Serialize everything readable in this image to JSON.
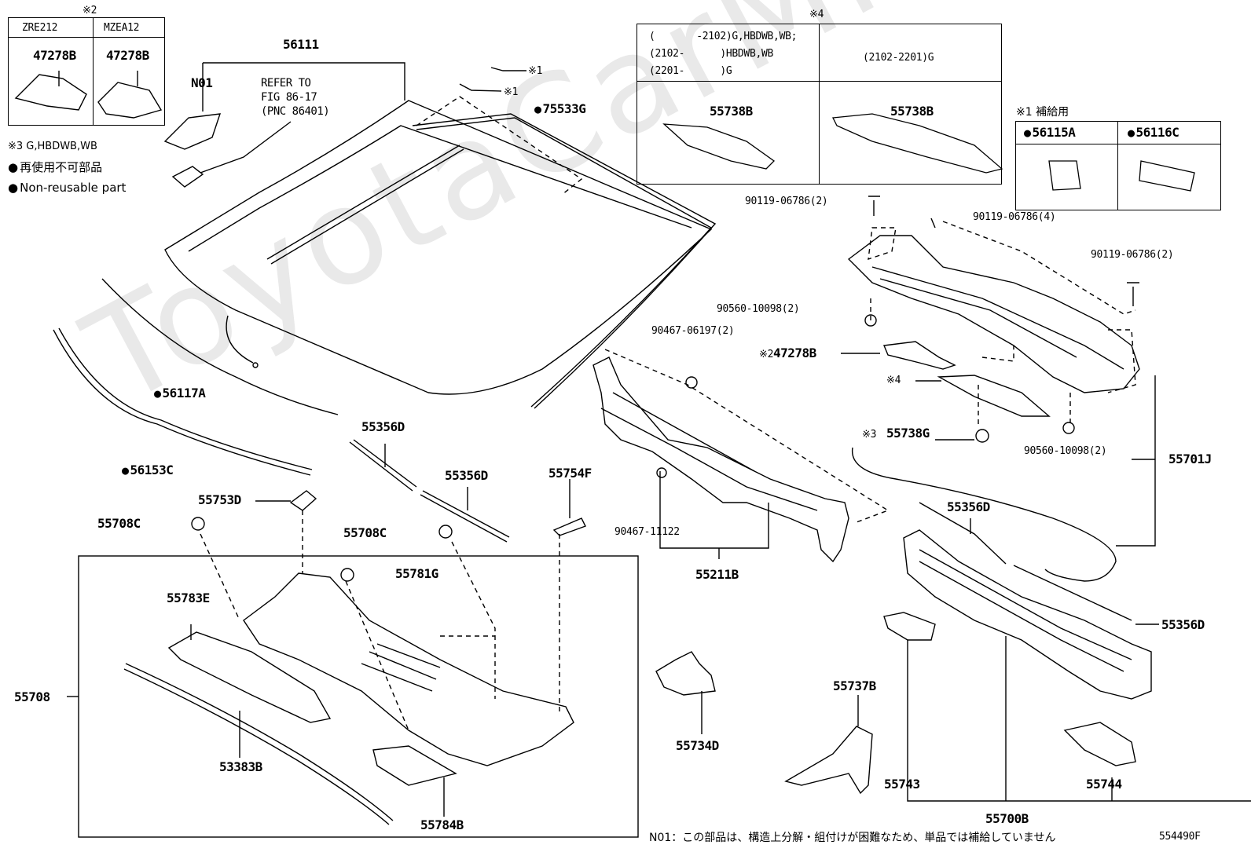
{
  "diagram_id": "554490F",
  "watermark": "ToyotaCarMine.ru",
  "variant_table": {
    "note_mark": "※2",
    "columns": [
      {
        "header": "ZRE212",
        "part": "47278B"
      },
      {
        "header": "MZEA12",
        "part": "47278B"
      }
    ]
  },
  "legend": {
    "note3": "※3 G,HBDWB,WB",
    "non_reusable_jp": "再使用不可部品",
    "non_reusable_en": "Non-reusable part"
  },
  "note4_table": {
    "mark": "※4",
    "left_lines": [
      "(       -2102)G,HBDWB,WB;",
      "(2102-      )HBDWB,WB",
      "(2201-      )G"
    ],
    "right_header": "(2102-2201)G",
    "left_part": "55738B",
    "right_part": "55738B"
  },
  "supply_table": {
    "mark": "※1 補給用",
    "parts": [
      "56115A",
      "56116C"
    ]
  },
  "refer": {
    "lines": [
      "REFER TO",
      "FIG 86-17",
      "(PNC 86401)"
    ]
  },
  "marks": {
    "m1a": "※1",
    "m1b": "※1",
    "m2": "※2",
    "m3": "※3",
    "m4": "※4"
  },
  "labels": {
    "p56111": "56111",
    "n01": "N01",
    "p75533G": "75533G",
    "p56117A": "56117A",
    "p56153C": "56153C",
    "p55356D_a": "55356D",
    "p55356D_b": "55356D",
    "p55356D_c": "55356D",
    "p55356D_d": "55356D",
    "p55754F": "55754F",
    "p55753D": "55753D",
    "p55708C_a": "55708C",
    "p55708C_b": "55708C",
    "p55781G": "55781G",
    "p55783E": "55783E",
    "p55708": "55708",
    "p53383B": "53383B",
    "p55784B": "55784B",
    "p90119_a": "90119-06786(2)",
    "p90119_b": "90119-06786(4)",
    "p90119_c": "90119-06786(2)",
    "p90560_a": "90560-10098(2)",
    "p90560_b": "90560-10098(2)",
    "p90467_a": "90467-06197(2)",
    "p47278B": "47278B",
    "p55738G": "55738G",
    "p55701J": "55701J",
    "p90467_b": "90467-11122",
    "p55211B": "55211B",
    "p55734D": "55734D",
    "p55737B": "55737B",
    "p55743": "55743",
    "p55744": "55744",
    "p55700B": "55700B"
  },
  "footer_note": "N01：この部品は、構造上分解・組付けが困難なため、単品では補給していません"
}
